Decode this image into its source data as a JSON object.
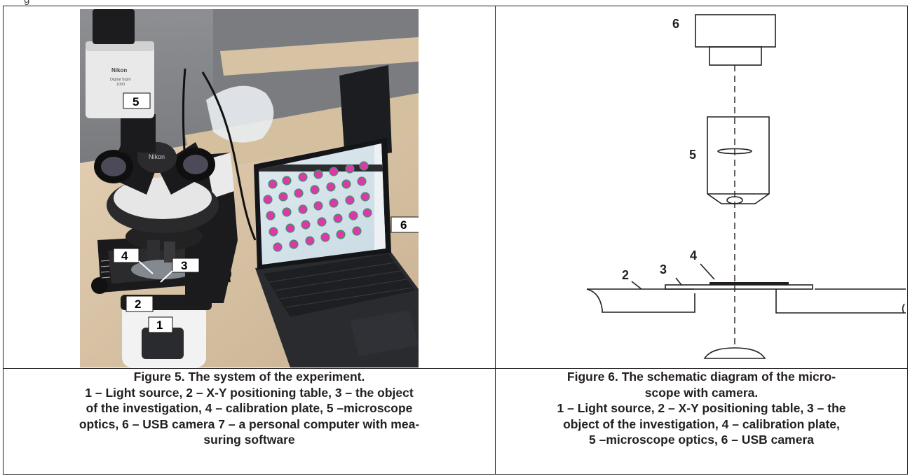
{
  "header_fragment": "g",
  "figure5": {
    "labels": [
      "1",
      "2",
      "3",
      "4",
      "5",
      "6"
    ],
    "camera_brand": "Nikon",
    "camera_model_line1": "Digital Sight",
    "camera_model_line2": "1000",
    "head_brand": "Nikon",
    "caption_lines": [
      "Figure 5. The system of the experiment.",
      "1 – Light source, 2 – X-Y positioning table, 3 – the object",
      "of the investigation, 4 – calibration plate, 5 –microscope",
      "optics, 6 – USB camera 7 – a personal computer with mea-",
      "suring software"
    ]
  },
  "figure6": {
    "labels": [
      "2",
      "3",
      "4",
      "5",
      "6"
    ],
    "caption_lines": [
      "Figure 6. The schematic diagram of the micro-",
      "scope with camera.",
      "1 – Light source, 2 – X-Y positioning table, 3 – the",
      "object of the investigation, 4 – calibration plate,",
      "5 –microscope optics, 6 – USB camera"
    ]
  },
  "colors": {
    "border": "#231f20",
    "cell_pink": "#d93aa8",
    "cell_green": "#2f9e63",
    "desk": "#d9c4a8"
  }
}
